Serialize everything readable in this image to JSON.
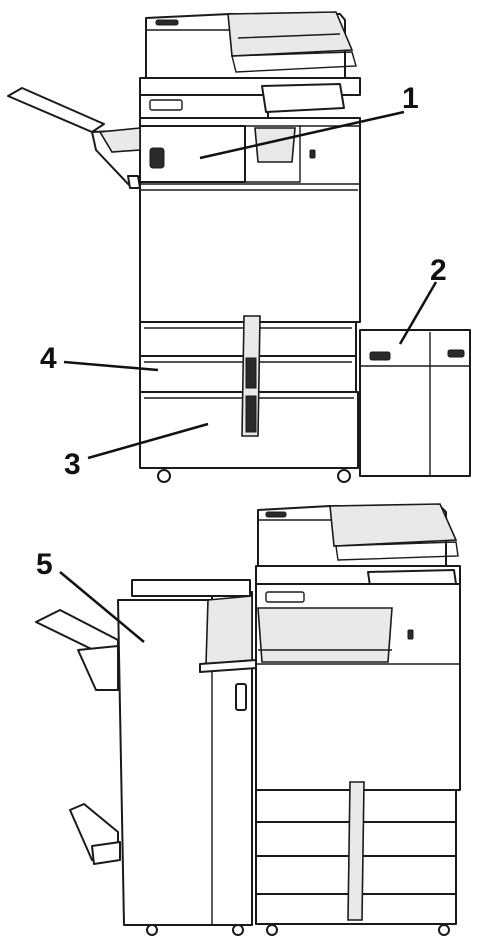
{
  "figure": {
    "top_view": {
      "callouts": [
        "1",
        "2",
        "3",
        "4"
      ]
    },
    "bottom_view": {
      "callouts": [
        "5"
      ]
    }
  }
}
